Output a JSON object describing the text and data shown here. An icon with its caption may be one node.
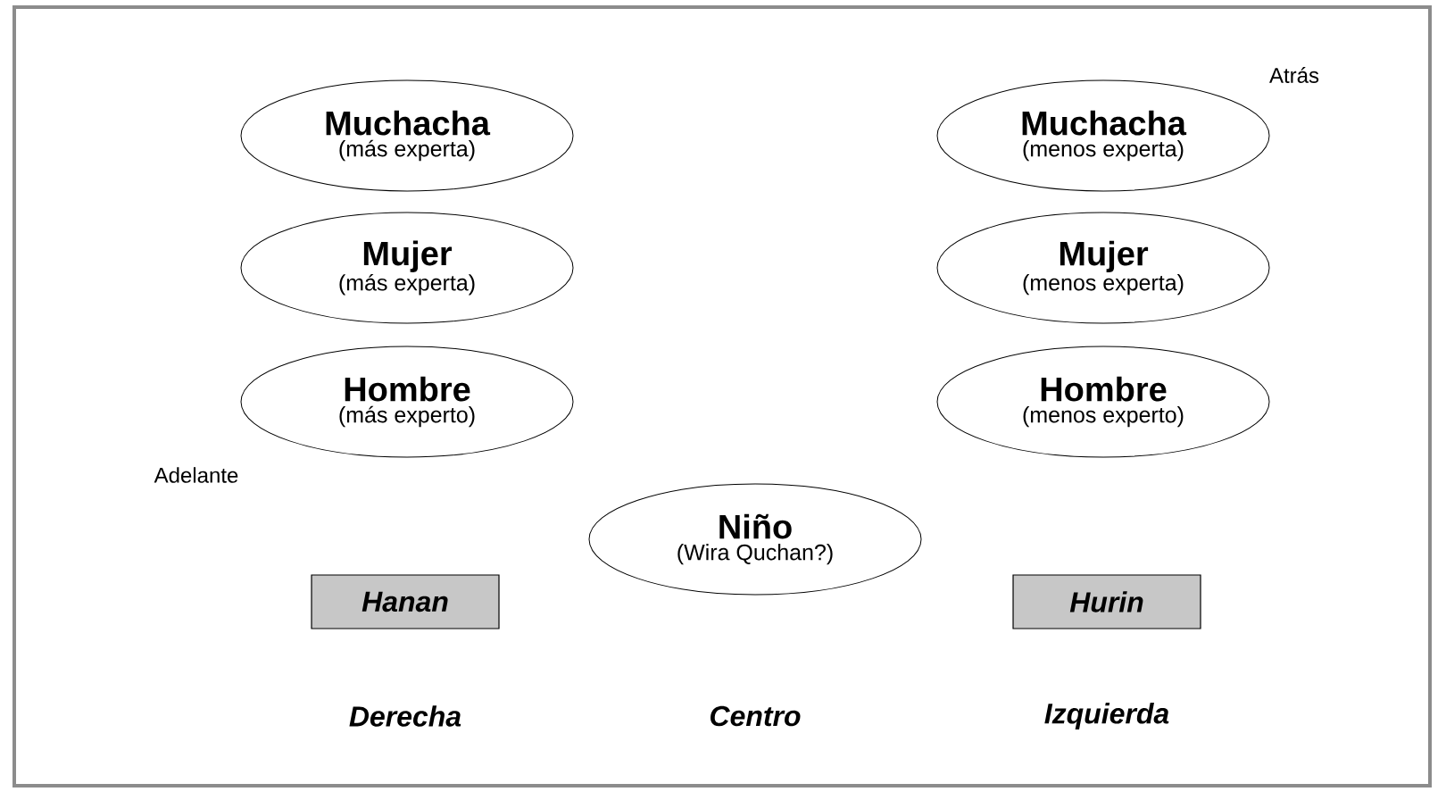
{
  "diagram": {
    "nodes": [
      {
        "text": [
          "Muchacha",
          "(más experta)"
        ]
      },
      {
        "text": [
          "Muchacha",
          "(menos experta)"
        ]
      },
      {
        "text": [
          "Mujer",
          "(más experta)"
        ]
      },
      {
        "text": [
          "Mujer",
          "(menos experta)"
        ]
      },
      {
        "text": [
          "Hombre",
          "(más experto)"
        ]
      },
      {
        "text": [
          "Hombre",
          "(menos experto)"
        ]
      },
      {
        "text": [
          "Niño",
          "(Wira Quchan?)"
        ]
      },
      {
        "text": [
          "Hanan"
        ]
      },
      {
        "text": [
          "Hurin"
        ]
      }
    ],
    "labels": [
      "Atrás",
      "Adelante",
      "Derecha",
      "Centro",
      "Izquierda"
    ]
  }
}
